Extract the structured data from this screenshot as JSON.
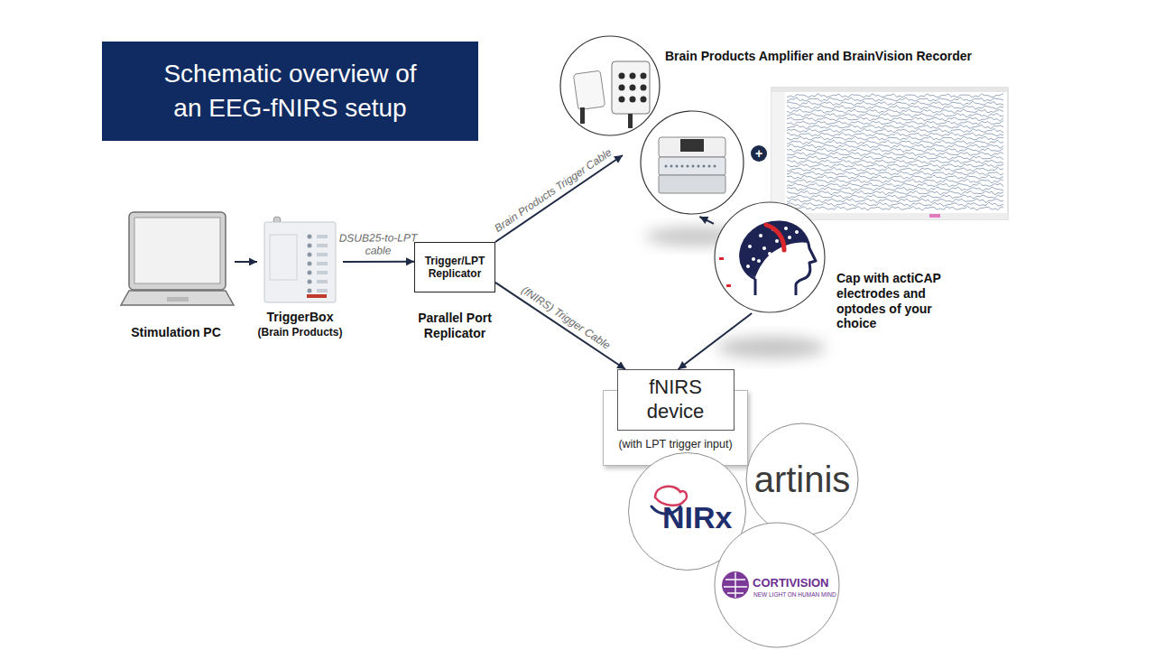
{
  "diagram": {
    "title": "Schematic overview of an EEG-fNIRS setup",
    "nodes": [
      {
        "text": [
          "Stimulation PC"
        ]
      },
      {
        "text": [
          "TriggerBox",
          "(Brain Products)"
        ]
      },
      {
        "text": [
          "Trigger/LPT Replicator",
          "Parallel Port Replicator"
        ]
      },
      {
        "text": [
          "Brain Products Amplifier and BrainVision Recorder"
        ]
      },
      {
        "text": [
          "Cap with actiCAP electrodes and optodes of your choice"
        ]
      },
      {
        "text": [
          "(with LPT trigger input)"
        ]
      },
      {
        "text": [
          "fNIRS device"
        ],
        "in": 5
      },
      {
        "text": [
          "artinis"
        ]
      },
      {
        "text": [
          "NIRx"
        ]
      },
      {
        "text": [
          "CORTIVISION",
          "NEW LIGHT ON HUMAN MIND"
        ]
      }
    ],
    "edges": [
      {
        "from": 0,
        "to": 1,
        "arrow": "to"
      },
      {
        "from": 1,
        "to": 2,
        "label": "DSUB25-to-LPT cable",
        "arrow": "to"
      },
      {
        "from": 2,
        "to": 3,
        "label": "Brain Products Trigger Cable",
        "arrow": "to"
      },
      {
        "from": 2,
        "to": 6,
        "label": "(fNIRS) Trigger Cable",
        "arrow": "to"
      },
      {
        "from": 4,
        "to": 3,
        "arrow": "to"
      },
      {
        "from": 4,
        "to": 6,
        "arrow": "to"
      }
    ],
    "labels": [
      "+"
    ]
  }
}
